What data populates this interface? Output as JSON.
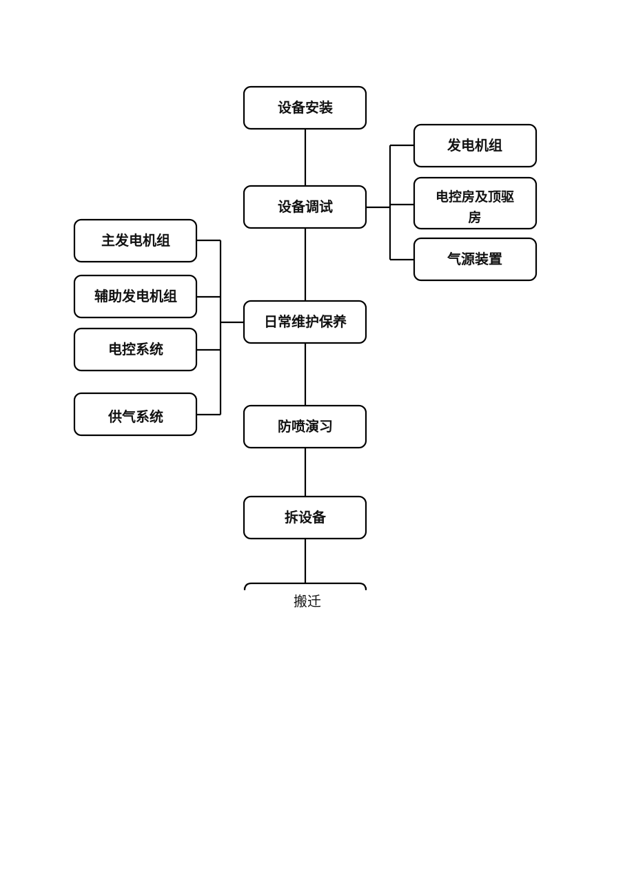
{
  "main_flow": {
    "install": "设备安装",
    "commission": "设备调试",
    "maintenance": "日常维护保养",
    "blowout_drill": "防喷演习",
    "dismantle": "拆设备",
    "relocate": "搬迁"
  },
  "commission_branches": {
    "generator_set": "发电机组",
    "control_room_line1": "电控房及顶驱",
    "control_room_line2": "房",
    "air_source": "气源装置"
  },
  "maintenance_branches": {
    "main_generator": "主发电机组",
    "aux_generator": "辅助发电机组",
    "electric_control": "电控系统",
    "air_supply": "供气系统"
  }
}
